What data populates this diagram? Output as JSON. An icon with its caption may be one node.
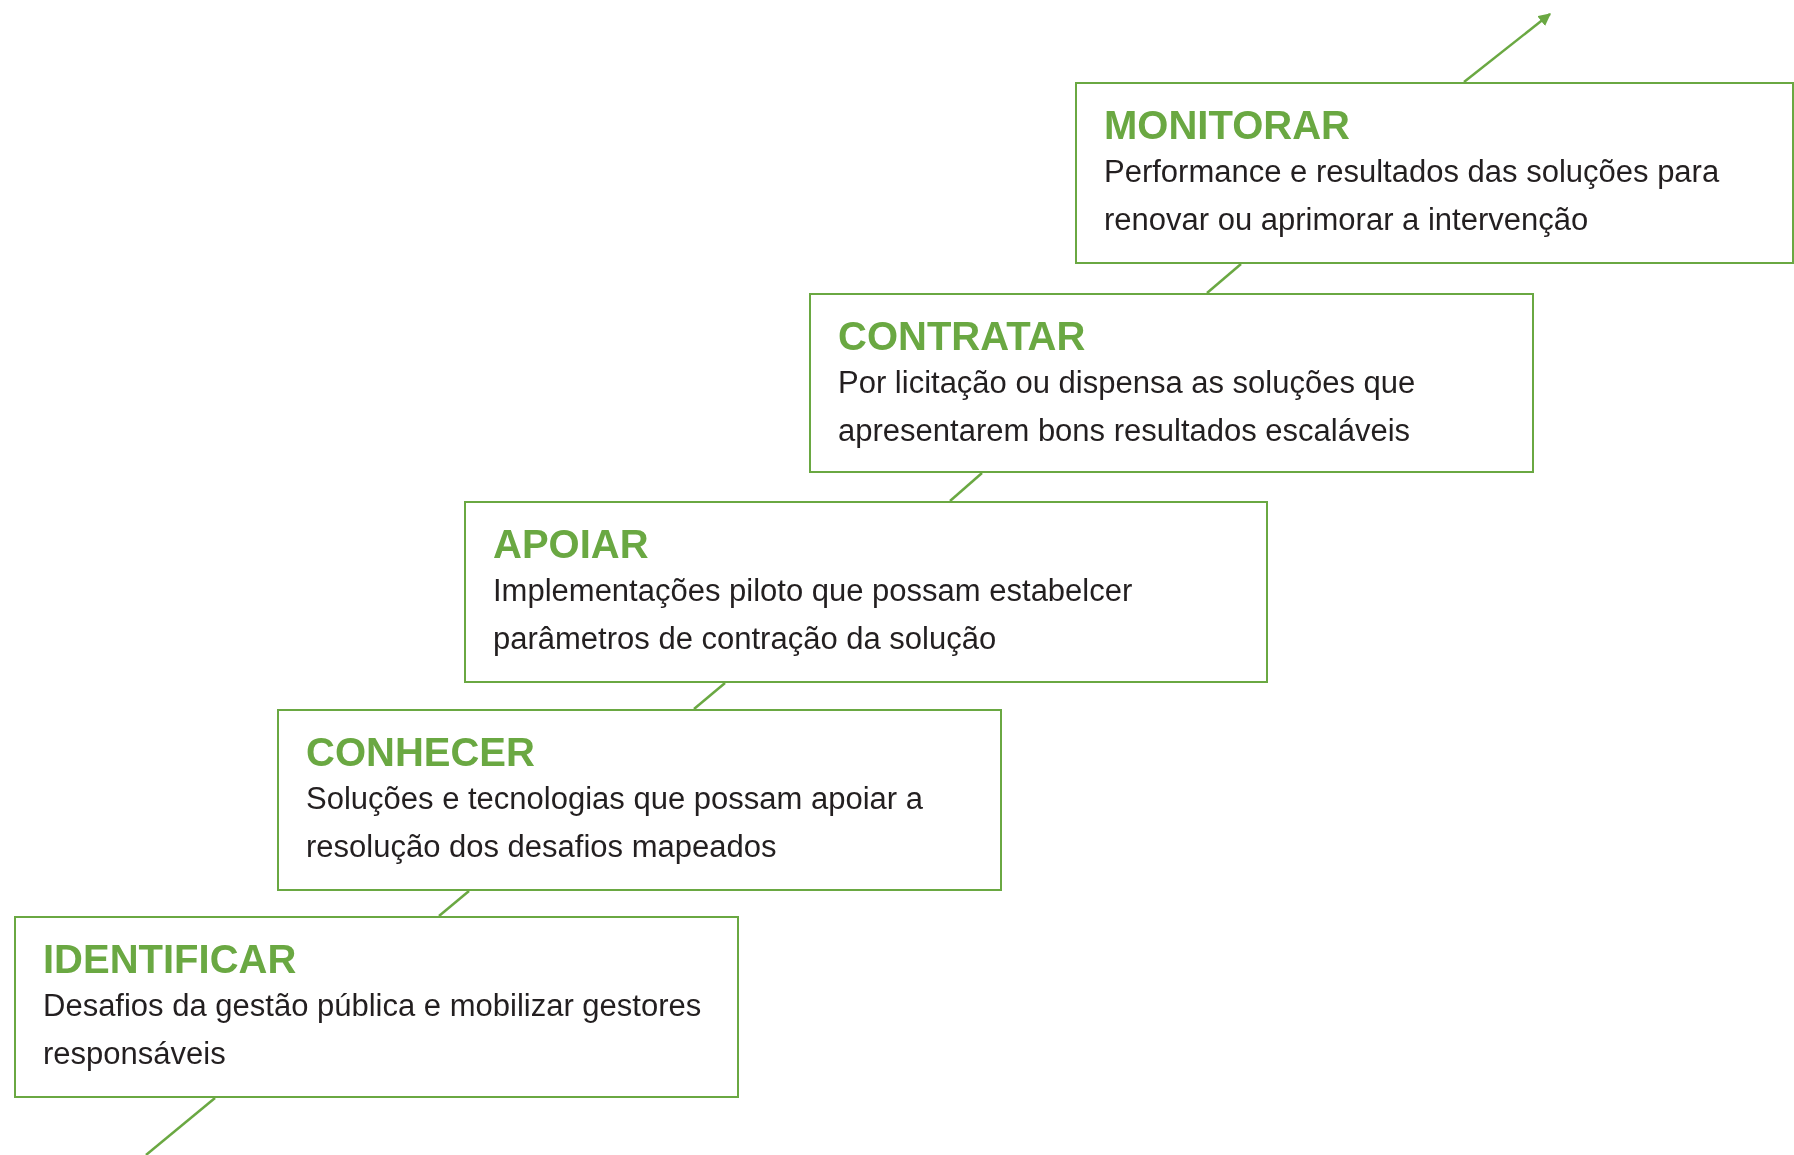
{
  "diagram": {
    "nodes": [
      {
        "text": [
          "IDENTIFICAR",
          "Desafios da gestão pública e mobilizar gestores responsáveis"
        ]
      },
      {
        "text": [
          "CONHECER",
          "Soluções e tecnologias que possam apoiar a resolução dos desafios mapeados"
        ]
      },
      {
        "text": [
          "APOIAR",
          "Implementações piloto que possam estabelcer parâmetros de contração da solução"
        ]
      },
      {
        "text": [
          "CONTRATAR",
          "Por licitação ou dispensa as soluções que apresentarem bons resultados escaláveis"
        ]
      },
      {
        "text": [
          "MONITORAR",
          "Performance e resultados das soluções para renovar ou aprimorar a intervenção"
        ]
      }
    ],
    "edges": [
      {
        "from": null,
        "to": 0,
        "arrow": "none"
      },
      {
        "from": 0,
        "to": 1,
        "arrow": "none"
      },
      {
        "from": 1,
        "to": 2,
        "arrow": "none"
      },
      {
        "from": 2,
        "to": 3,
        "arrow": "none"
      },
      {
        "from": 3,
        "to": 4,
        "arrow": "none"
      },
      {
        "from": 4,
        "to": null,
        "arrow": "to"
      }
    ]
  }
}
